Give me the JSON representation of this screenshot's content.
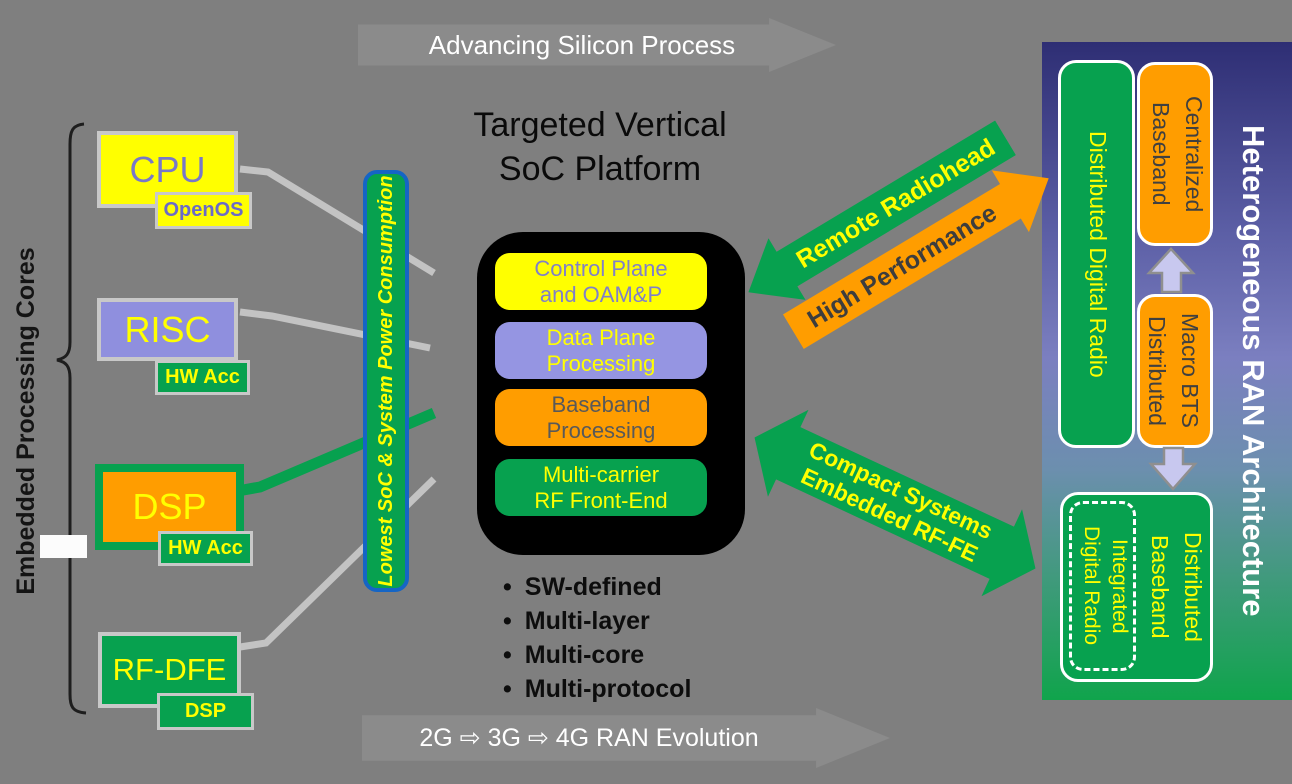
{
  "banners": {
    "top": "Advancing Silicon Process",
    "bottom": "2G ⇨ 3G ⇨ 4G RAN Evolution"
  },
  "left_section": {
    "bracket_label": "Embedded Processing Cores",
    "cores": [
      {
        "name": "CPU",
        "tag": "OpenOS"
      },
      {
        "name": "RISC",
        "tag": "HW Acc"
      },
      {
        "name": "DSP",
        "tag": "HW Acc"
      },
      {
        "name": "RF-DFE",
        "tag": "DSP"
      }
    ]
  },
  "power_bar": {
    "label": "Lowest SoC & System Power Consumption"
  },
  "platform": {
    "title_line1": "Targeted Vertical",
    "title_line2": "SoC Platform",
    "layers": [
      {
        "line1": "Control Plane",
        "line2": "and OAM&P"
      },
      {
        "line1": "Data Plane",
        "line2": "Processing"
      },
      {
        "line1": "Baseband",
        "line2": "Processing"
      },
      {
        "line1": "Multi-carrier",
        "line2": "RF Front-End"
      }
    ],
    "bullets": [
      "SW-defined",
      "Multi-layer",
      "Multi-core",
      "Multi-protocol"
    ],
    "bullet_glyph": "•"
  },
  "arrows": {
    "remote_radiohead": "Remote Radiohead",
    "high_performance": "High Performance",
    "compact_line1": "Compact Systems",
    "compact_line2": "Embedded RF-FE"
  },
  "ran_panel": {
    "title": "Heterogeneous RAN Architecture",
    "distributed_digital_radio": "Distributed Digital Radio",
    "centralized_baseband": {
      "line1": "Centralized",
      "line2": "Baseband"
    },
    "distributed_macro_bts": {
      "line1": "Distributed",
      "line2": "Macro BTS"
    },
    "distributed_baseband": {
      "line1": "Distributed",
      "line2": "Baseband"
    },
    "integrated_digital_radio": {
      "line1": "Integrated",
      "line2": "Digital Radio"
    }
  },
  "colors": {
    "background": "#7f7f7f",
    "banner_gray": "#8b8b8b",
    "yellow": "#ffff00",
    "lavender": "#8f8fde",
    "orange": "#ff9d00",
    "green": "#07a14f",
    "blue_border": "#1565c5",
    "purple_text": "#7878c8",
    "connector_gray": "#c3c3c3",
    "panel_arrow_fill": "#c8c8ef"
  }
}
